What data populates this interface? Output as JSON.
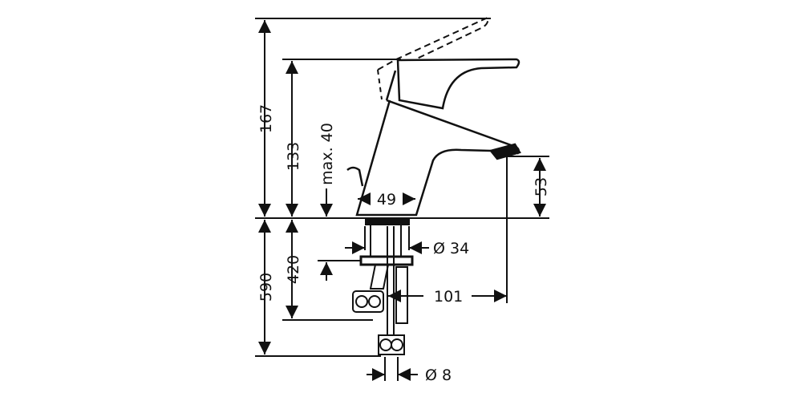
{
  "drawing": {
    "subject": "single-lever basin mixer faucet dimensional drawing",
    "line_color": "#111111",
    "background": "#ffffff"
  },
  "dimensions": {
    "total_height": "167",
    "body_height": "133",
    "max_counter_thickness": "max. 40",
    "base_width": "49",
    "spout_clearance": "53",
    "hose_length_total": "590",
    "hose_length": "420",
    "mount_hole_diameter": "Ø 34",
    "spout_reach": "101",
    "connection_diameter": "Ø 8"
  }
}
